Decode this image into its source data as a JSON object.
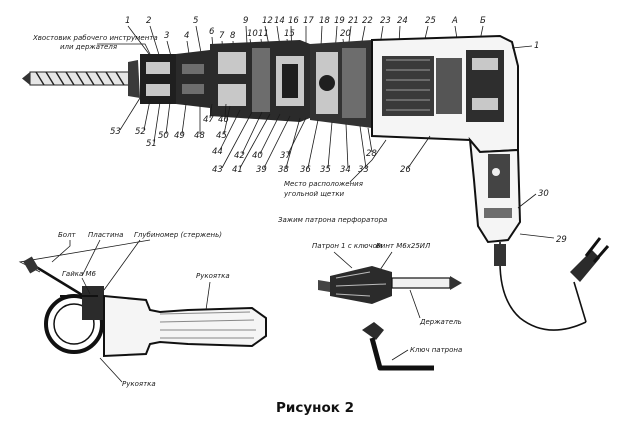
{
  "caption": "Рисунок 2",
  "labels": {
    "tool_socket": "Хвостовик рабочего инструмента",
    "or_holder": "или держателя",
    "brush_place": "Место расположения",
    "brush_place_2": "угольной щетки",
    "holder_clamp": "Зажим патрона перфоратора",
    "bolt": "Болт",
    "plate": "Пластина",
    "depth_rod": "Глубиномер (стержень)",
    "nut": "Гайка М6",
    "handle_right": "Рукоятка",
    "handle_bottom": "Рукоятка",
    "chuck_part": "Патрон 1 с ключом",
    "screw": "Винт М6х25ИЛ",
    "holder": "Держатель",
    "chuck_key": "Ключ патрона"
  },
  "callouts_top": [
    "1",
    "2",
    "3",
    "4",
    "5",
    "6",
    "7",
    "8",
    "9",
    "10",
    "11",
    "12",
    "14",
    "16",
    "15",
    "17",
    "18",
    "19",
    "21",
    "22",
    "20",
    "23",
    "24",
    "25",
    "А",
    "Б"
  ],
  "callouts_bottom": [
    "53",
    "52",
    "51",
    "50",
    "49",
    "48",
    "47",
    "46",
    "45",
    "44",
    "43",
    "42",
    "41",
    "40",
    "39",
    "38",
    "37",
    "36",
    "35",
    "34",
    "33",
    "28",
    "26",
    "30",
    "29",
    "1"
  ]
}
